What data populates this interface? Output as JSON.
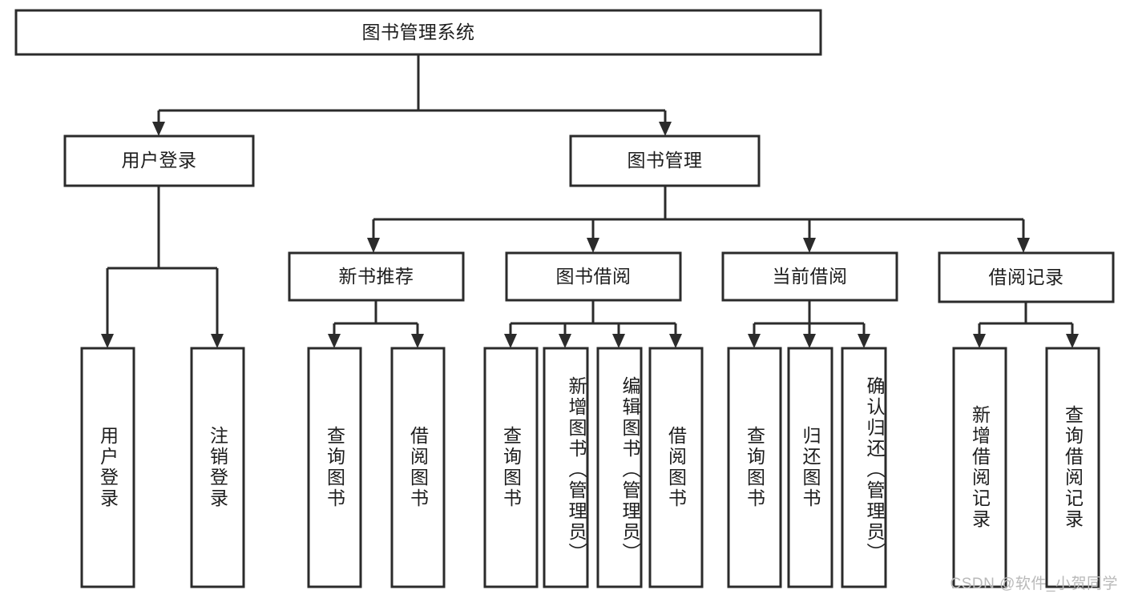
{
  "diagram": {
    "type": "tree-hierarchy",
    "title": "图书管理系统",
    "nodes": {
      "root": {
        "label": "图书管理系统",
        "level": 1,
        "orientation": "horizontal"
      },
      "user_login": {
        "label": "用户登录",
        "level": 2,
        "orientation": "horizontal"
      },
      "book_manage": {
        "label": "图书管理",
        "level": 2,
        "orientation": "horizontal"
      },
      "new_book_rec": {
        "label": "新书推荐",
        "level": 3,
        "orientation": "horizontal"
      },
      "book_borrow": {
        "label": "图书借阅",
        "level": 3,
        "orientation": "horizontal"
      },
      "current_borrow": {
        "label": "当前借阅",
        "level": 3,
        "orientation": "horizontal"
      },
      "borrow_record": {
        "label": "借阅记录",
        "level": 3,
        "orientation": "horizontal"
      },
      "leaf_user_login": {
        "label": "用户登录",
        "level": 4,
        "orientation": "vertical"
      },
      "leaf_logout": {
        "label": "注销登录",
        "level": 4,
        "orientation": "vertical"
      },
      "leaf_query_book_1": {
        "label": "查询图书",
        "level": 4,
        "orientation": "vertical"
      },
      "leaf_borrow_book_1": {
        "label": "借阅图书",
        "level": 4,
        "orientation": "vertical"
      },
      "leaf_query_book_2": {
        "label": "查询图书",
        "level": 4,
        "orientation": "vertical"
      },
      "leaf_add_book": {
        "label": "新增图书（管理员）",
        "level": 4,
        "orientation": "vertical"
      },
      "leaf_edit_book": {
        "label": "编辑图书（管理员）",
        "level": 4,
        "orientation": "vertical"
      },
      "leaf_borrow_book_2": {
        "label": "借阅图书",
        "level": 4,
        "orientation": "vertical"
      },
      "leaf_query_book_3": {
        "label": "查询图书",
        "level": 4,
        "orientation": "vertical"
      },
      "leaf_return_book": {
        "label": "归还图书",
        "level": 4,
        "orientation": "vertical"
      },
      "leaf_confirm_return": {
        "label": "确认归还（管理员）",
        "level": 4,
        "orientation": "vertical"
      },
      "leaf_add_record": {
        "label": "新增借阅记录",
        "level": 4,
        "orientation": "vertical"
      },
      "leaf_query_record": {
        "label": "查询借阅记录",
        "level": 4,
        "orientation": "vertical"
      }
    },
    "edges": [
      {
        "from": "root",
        "to": "user_login"
      },
      {
        "from": "root",
        "to": "book_manage"
      },
      {
        "from": "user_login",
        "to": "leaf_user_login"
      },
      {
        "from": "user_login",
        "to": "leaf_logout"
      },
      {
        "from": "book_manage",
        "to": "new_book_rec"
      },
      {
        "from": "book_manage",
        "to": "book_borrow"
      },
      {
        "from": "book_manage",
        "to": "current_borrow"
      },
      {
        "from": "book_manage",
        "to": "borrow_record"
      },
      {
        "from": "new_book_rec",
        "to": "leaf_query_book_1"
      },
      {
        "from": "new_book_rec",
        "to": "leaf_borrow_book_1"
      },
      {
        "from": "book_borrow",
        "to": "leaf_query_book_2"
      },
      {
        "from": "book_borrow",
        "to": "leaf_add_book"
      },
      {
        "from": "book_borrow",
        "to": "leaf_edit_book"
      },
      {
        "from": "book_borrow",
        "to": "leaf_borrow_book_2"
      },
      {
        "from": "current_borrow",
        "to": "leaf_query_book_3"
      },
      {
        "from": "current_borrow",
        "to": "leaf_return_book"
      },
      {
        "from": "current_borrow",
        "to": "leaf_confirm_return"
      },
      {
        "from": "borrow_record",
        "to": "leaf_add_record"
      },
      {
        "from": "borrow_record",
        "to": "leaf_query_record"
      }
    ],
    "colors": {
      "stroke": "#2b2b2b",
      "fill": "#ffffff",
      "text": "#1d1d1d",
      "watermark": "#b9b9b9"
    }
  },
  "watermark": {
    "text": "CSDN @软件_小贺同学"
  }
}
